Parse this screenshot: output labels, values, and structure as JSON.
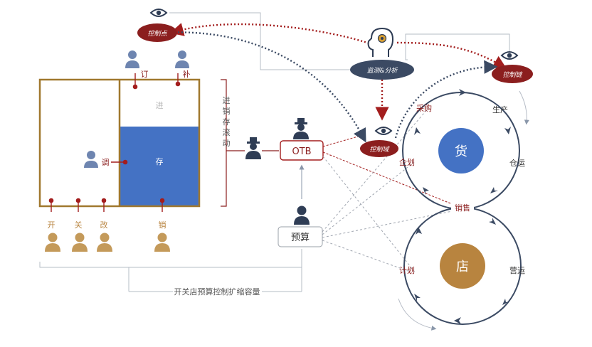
{
  "labels": {
    "ding": "订",
    "bu": "补",
    "jin": "进",
    "cun": "存",
    "tiao": "调",
    "kai": "开",
    "guan": "关",
    "gai": "改",
    "xiao": "销",
    "rolling": [
      "进",
      "销",
      "存",
      "滚",
      "动"
    ],
    "otb": "OTB",
    "budget": "预算",
    "budget_caption": "开关店预算控制扩缩容量",
    "control_point": "控制点",
    "monitor": "监测&分析",
    "control_chain": "控制链",
    "control_domain": "控制域",
    "goods": "货",
    "store": "店",
    "purchase": "采购",
    "production": "生产",
    "logistics": "仓运",
    "plan_top": "企划",
    "sales": "销售",
    "plan_bottom": "计划",
    "operations": "营运"
  },
  "colors": {
    "dark_red": "#8b1e1e",
    "navy": "#3b4a63",
    "blue_fill": "#4472c4",
    "gold": "#b8843f",
    "box_border": "#a0782e",
    "person_gold": "#c49a5a",
    "person_blue": "#6e85b0",
    "person_dark": "#2f3d55"
  }
}
